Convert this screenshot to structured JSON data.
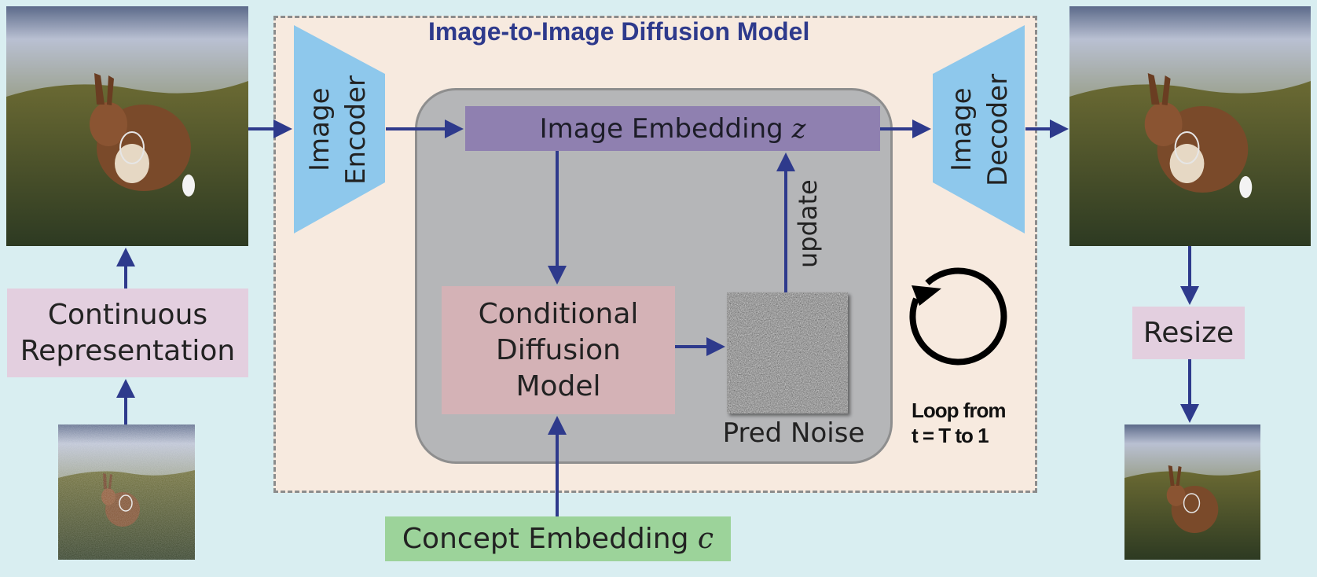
{
  "title": "Image-to-Image Diffusion Model",
  "encoder": {
    "line1": "Image",
    "line2": "Encoder"
  },
  "decoder": {
    "line1": "Image",
    "line2": "Decoder"
  },
  "embedding_z": {
    "text": "Image Embedding ",
    "var": "z"
  },
  "update_label": "update",
  "conditional_model": {
    "line1": "Conditional",
    "line2": "Diffusion",
    "line3": "Model"
  },
  "pred_noise": "Pred Noise",
  "loop": {
    "line1": "Loop from",
    "line2": "t = T to 1"
  },
  "continuous_repr": {
    "line1": "Continuous",
    "line2": "Representation"
  },
  "resize": "Resize",
  "concept_embedding": {
    "text": "Concept Embedding ",
    "var": "c"
  },
  "colors": {
    "background": "#d9eef1",
    "model_panel": "#f7eadf",
    "inner_panel": "#b5b6b8",
    "trapezoid": "#8ec8ec",
    "embedding_box": "#8f80b0",
    "conditional_box": "#d4b2b6",
    "pink_box": "#e3cfdf",
    "concept_box": "#9cd39a",
    "arrow": "#2e3a8c",
    "title": "#2e3a8c"
  }
}
